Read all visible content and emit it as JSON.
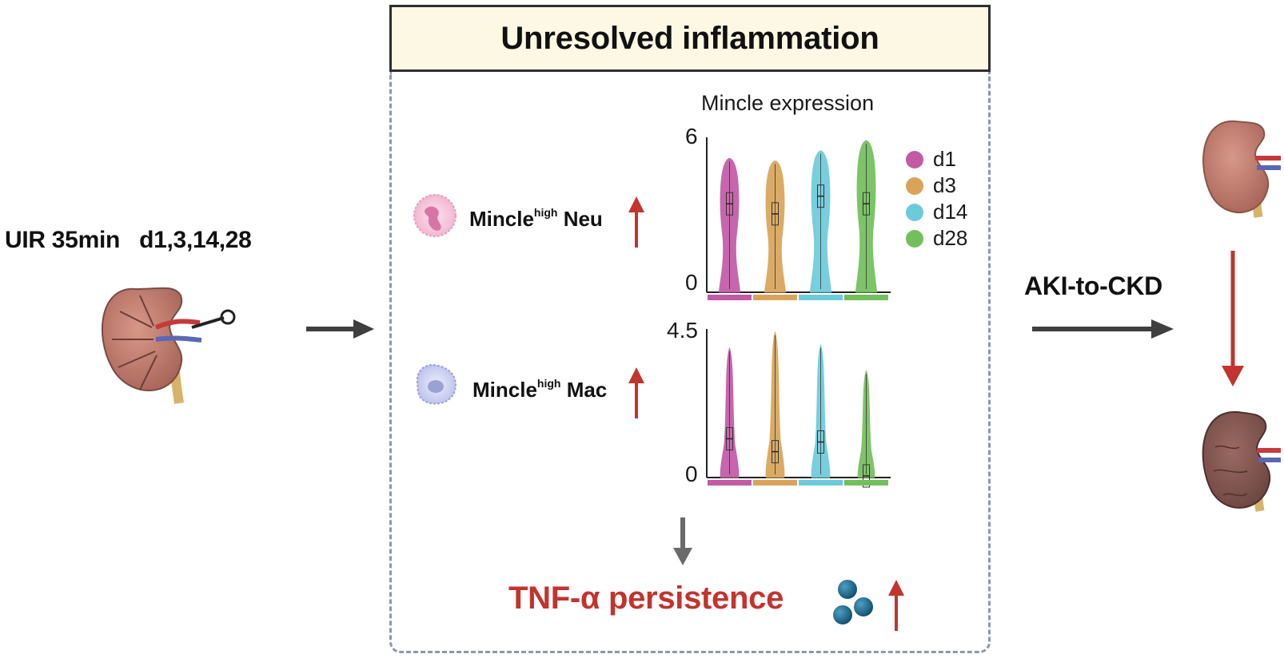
{
  "left": {
    "label": "UIR 35min   d1,3,14,28"
  },
  "center": {
    "title": "Unresolved inflammation",
    "neutrophil": {
      "name": "Mincle",
      "sup": "high",
      "suffix": " Neu"
    },
    "macrophage": {
      "name": "Mincle",
      "sup": "high",
      "suffix": " Mac"
    },
    "outcome": "TNF-α persistence"
  },
  "right": {
    "label": "AKI-to-CKD"
  },
  "colors": {
    "d1": "#c25aa6",
    "d3": "#d9a45a",
    "d14": "#6ccbdb",
    "d28": "#72c05c",
    "red": "#c2342e",
    "arrow": "#3f3f3f"
  },
  "icons": [
    "kidney-clamp-icon",
    "neutrophil-icon",
    "macrophage-icon",
    "tnf-molecule-icon",
    "healthy-kidney-icon",
    "fibrotic-kidney-icon"
  ],
  "chart_data": [
    {
      "type": "violin",
      "title": "Mincle expression",
      "panel": "Neu",
      "categories": [
        "d1",
        "d3",
        "d14",
        "d28"
      ],
      "ylim": [
        0,
        6
      ],
      "ytick_labels": [
        "0",
        "6"
      ],
      "max": [
        5.3,
        5.2,
        5.6,
        6.0
      ],
      "median": [
        3.5,
        3.1,
        3.8,
        3.5
      ],
      "legend": [
        "d1",
        "d3",
        "d14",
        "d28"
      ],
      "legend_placement": "right"
    },
    {
      "type": "violin",
      "panel": "Mac",
      "categories": [
        "d1",
        "d3",
        "d14",
        "d28"
      ],
      "ylim": [
        0,
        4.5
      ],
      "ytick_labels": [
        "0",
        "4.5"
      ],
      "max": [
        4.0,
        4.5,
        4.1,
        3.3
      ],
      "median": [
        1.2,
        0.8,
        1.1,
        0.05
      ]
    }
  ]
}
